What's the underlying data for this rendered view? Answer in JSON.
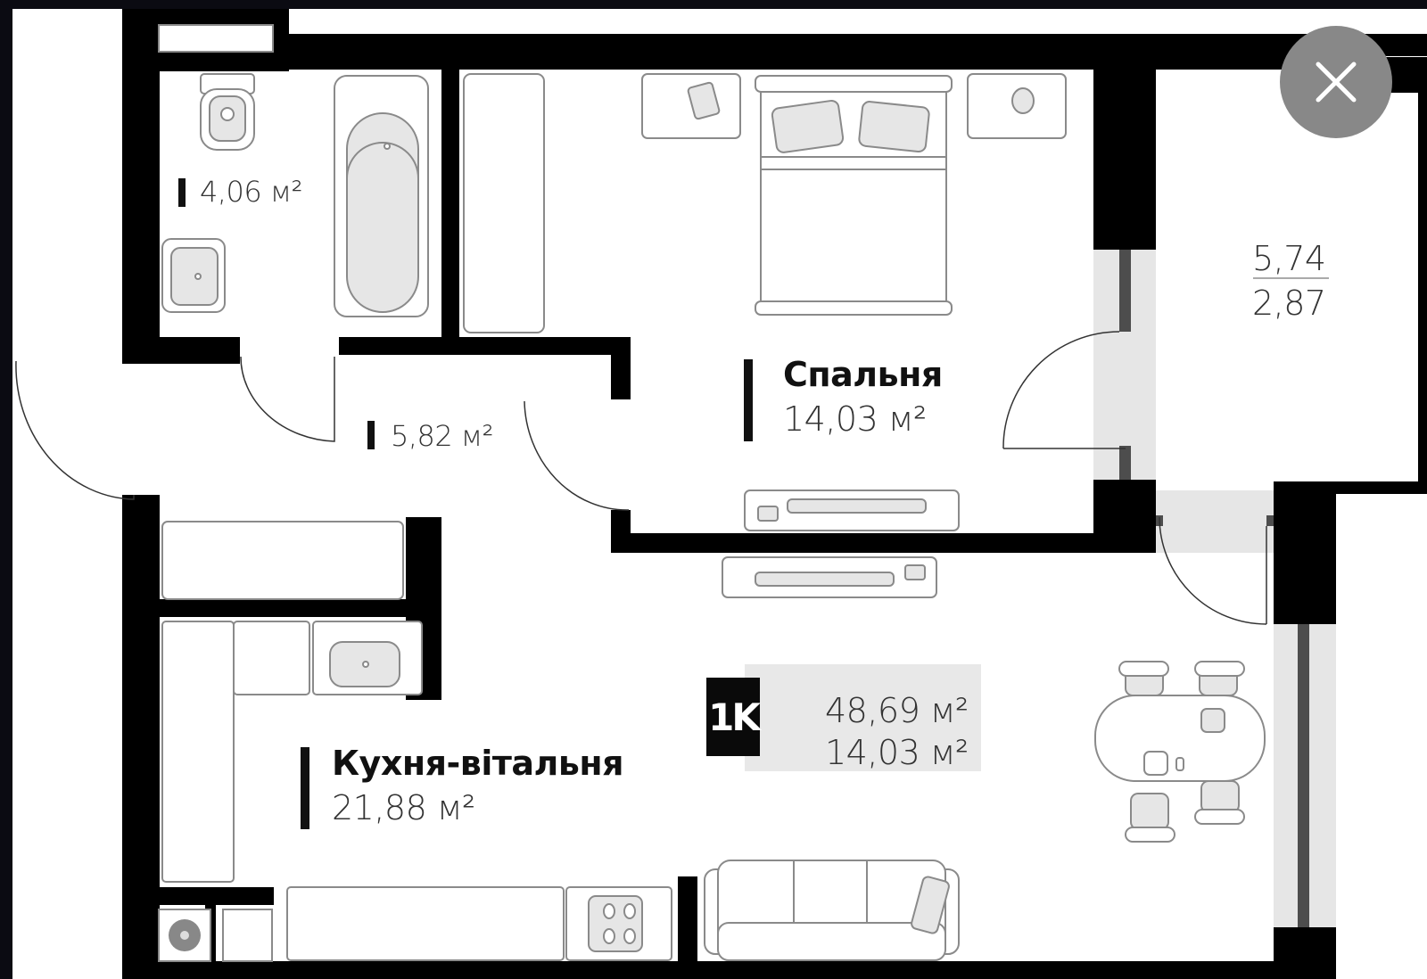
{
  "plan": {
    "apartment_type_badge": "1K",
    "total_area": "48,69 м²",
    "living_area": "14,03 м²",
    "close_button_icon": "close-icon",
    "colors": {
      "wall": "#000000",
      "window": "#e6e6e6",
      "window_frame": "#4d4d4d",
      "furniture_fill": "#e6e6e6",
      "furniture_stroke": "#8a8a8a",
      "close_button": "#888888",
      "summary_bg": "#e8e8e8"
    },
    "rooms": [
      {
        "id": "bathroom",
        "title": "",
        "area": "4,06 м²"
      },
      {
        "id": "hallway",
        "title": "",
        "area": "5,82 м²"
      },
      {
        "id": "bedroom",
        "title": "Спальня",
        "area": "14,03 м²"
      },
      {
        "id": "kitchen-living",
        "title": "Кухня-вітальня",
        "area": "21,88 м²"
      }
    ],
    "balcony": {
      "area_full": "5,74",
      "area_half": "2,87"
    }
  }
}
